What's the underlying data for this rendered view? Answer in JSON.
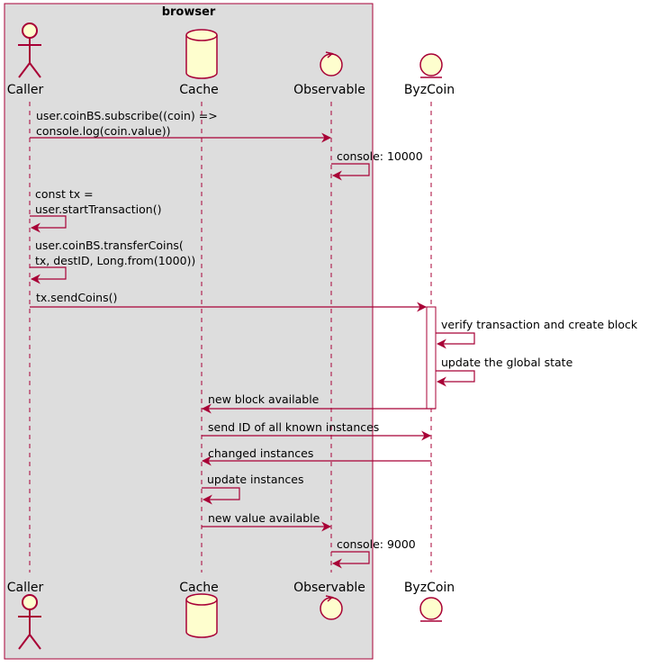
{
  "box": {
    "title": "browser",
    "fill": "#dddddd",
    "stroke": "#a80036"
  },
  "colors": {
    "arrow": "#a80036",
    "lifeline": "#a80036",
    "participant_fill": "#fefece",
    "participant_stroke": "#a80036"
  },
  "participants": [
    {
      "id": "caller",
      "label": "Caller",
      "icon": "actor-icon"
    },
    {
      "id": "cache",
      "label": "Cache",
      "icon": "database-icon"
    },
    {
      "id": "observable",
      "label": "Observable",
      "icon": "control-icon"
    },
    {
      "id": "byzcoin",
      "label": "ByzCoin",
      "icon": "entity-icon"
    }
  ],
  "messages": [
    {
      "from": "caller",
      "to": "observable",
      "lines": [
        "user.coinBS.subscribe((coin) =>",
        "console.log(coin.value))"
      ]
    },
    {
      "from": "observable",
      "to": "observable",
      "lines": [
        "console: 10000"
      ]
    },
    {
      "from": "caller",
      "to": "caller",
      "lines": [
        "const tx =",
        "user.startTransaction()"
      ]
    },
    {
      "from": "caller",
      "to": "caller",
      "lines": [
        "user.coinBS.transferCoins(",
        "tx, destID, Long.from(1000))"
      ]
    },
    {
      "from": "caller",
      "to": "byzcoin",
      "lines": [
        "tx.sendCoins()"
      ]
    },
    {
      "from": "byzcoin",
      "to": "byzcoin",
      "lines": [
        "verify transaction and create block"
      ]
    },
    {
      "from": "byzcoin",
      "to": "byzcoin",
      "lines": [
        "update the global state"
      ]
    },
    {
      "from": "byzcoin",
      "to": "cache",
      "lines": [
        "new block available"
      ]
    },
    {
      "from": "cache",
      "to": "byzcoin",
      "lines": [
        "send ID of all known instances"
      ]
    },
    {
      "from": "byzcoin",
      "to": "cache",
      "lines": [
        "changed instances"
      ]
    },
    {
      "from": "cache",
      "to": "cache",
      "lines": [
        "update instances"
      ]
    },
    {
      "from": "cache",
      "to": "observable",
      "lines": [
        "new value available"
      ]
    },
    {
      "from": "observable",
      "to": "observable",
      "lines": [
        "console: 9000"
      ]
    }
  ]
}
